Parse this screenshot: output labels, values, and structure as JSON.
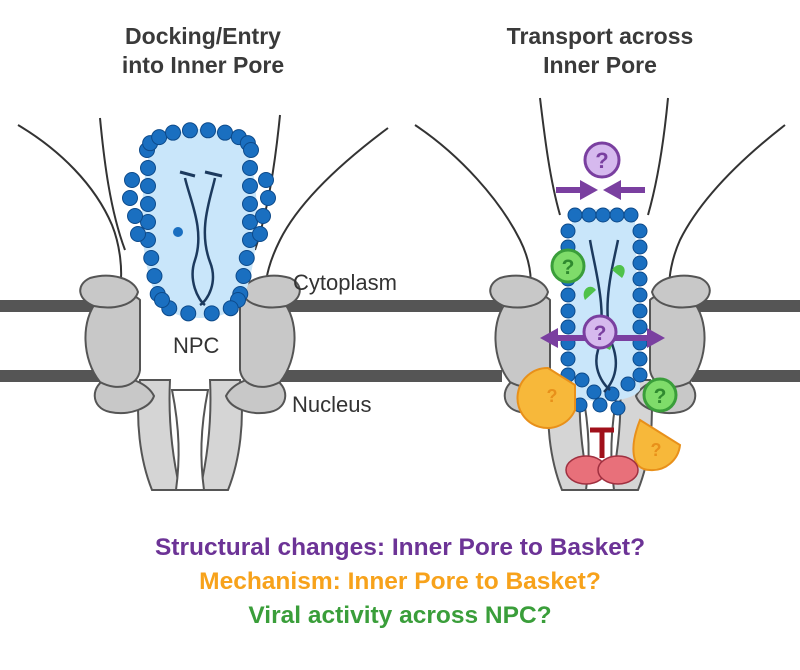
{
  "panels": {
    "left_title": [
      "Docking/Entry",
      "into Inner Pore"
    ],
    "right_title": [
      "Transport across",
      "Inner Pore"
    ]
  },
  "labels": {
    "cytoplasm": "Cytoplasm",
    "npc": "NPC",
    "nucleus": "Nucleus",
    "question_mark": "?"
  },
  "questions": [
    {
      "text": "Structural changes: Inner Pore to Basket?",
      "color": "#6c3396"
    },
    {
      "text": "Mechanism: Inner Pore to Basket?",
      "color": "#f7a21b"
    },
    {
      "text": "Viral activity across NPC?",
      "color": "#3a9e3a"
    }
  ],
  "colors": {
    "membrane": "#555555",
    "npc_fill": "#c8c8c8",
    "npc_stroke": "#555555",
    "capsid_bead": "#1a6fc0",
    "capsid_fill": "#c9e6fa",
    "genome": "#1c3a5e",
    "purple": "#7a3fa0",
    "purple_light": "#d6b9ee",
    "orange": "#f7a21b",
    "green": "#4fc24a",
    "red": "#e8707a"
  }
}
